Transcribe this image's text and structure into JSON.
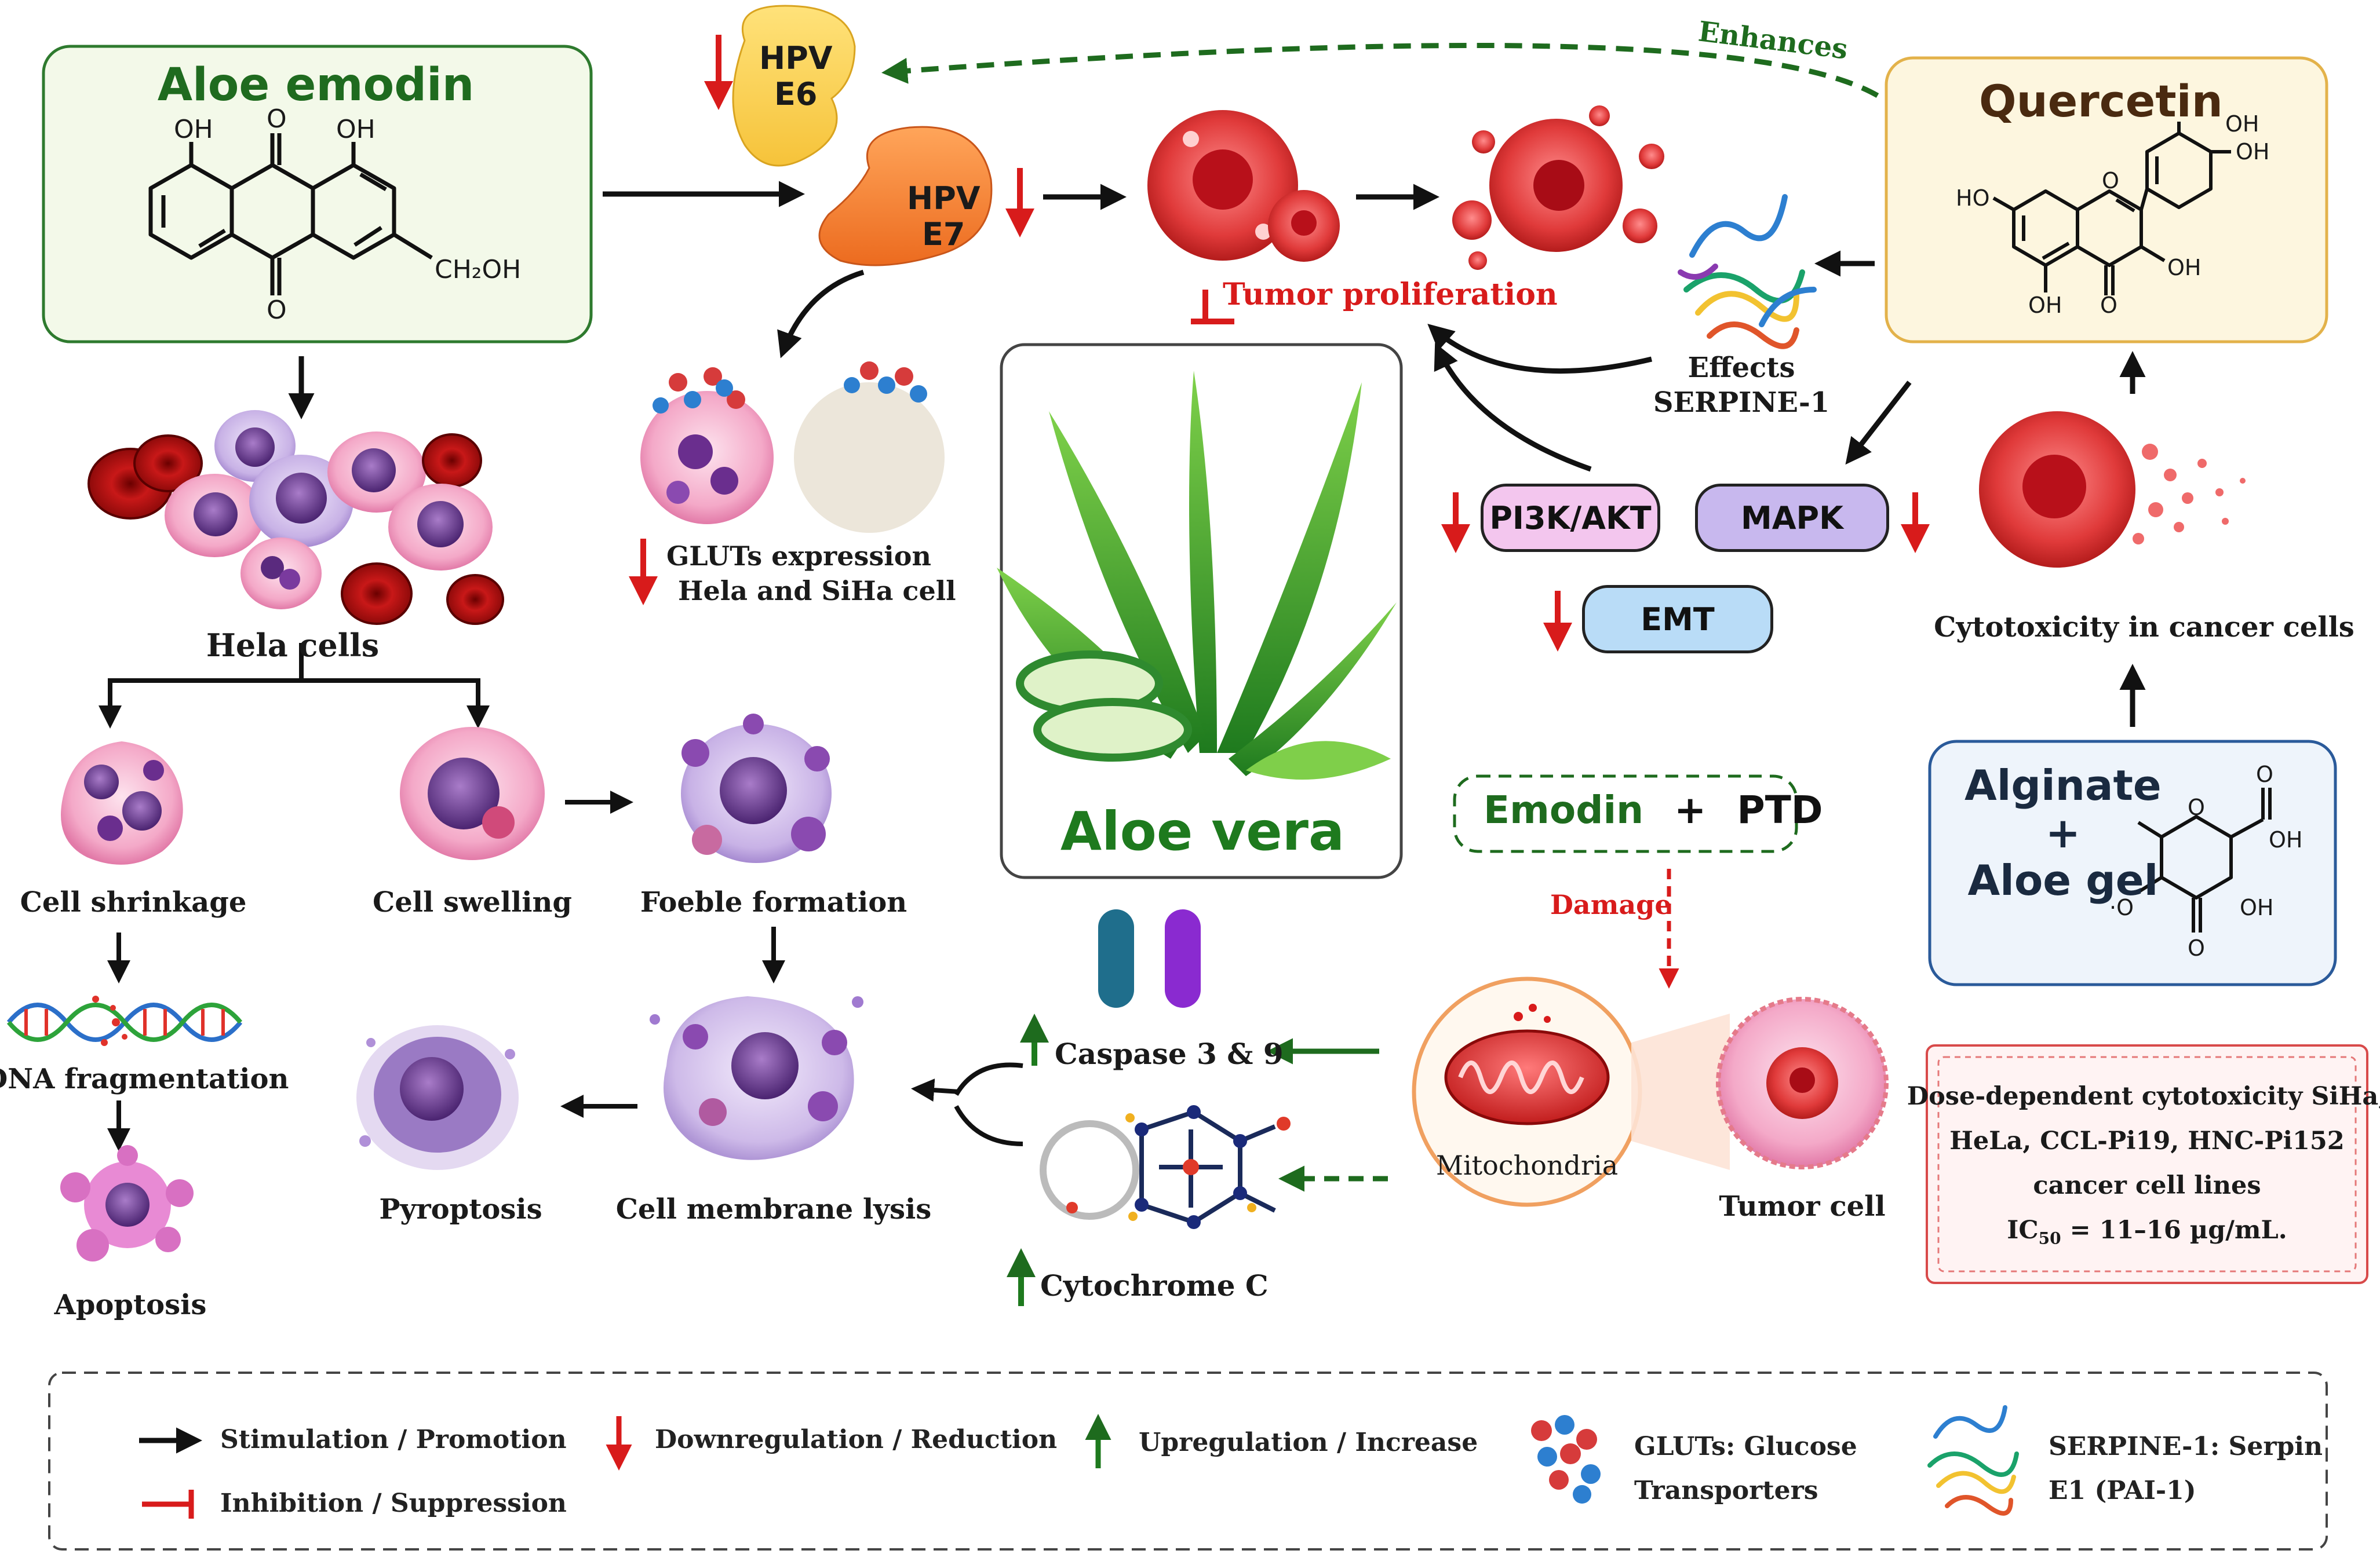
{
  "aloe_emodin": {
    "title": "Aloe emodin",
    "oh_left": "OH",
    "oh_right": "OH",
    "o_top": "O",
    "o_bottom": "O",
    "ch2oh": "CH₂OH"
  },
  "hela_cells": "Hela cells",
  "hpv_e6": {
    "line1": "HPV",
    "line2": "E6"
  },
  "hpv_e7": {
    "line1": "HPV",
    "line2": "E7"
  },
  "tumor_proliferation": "Tumor proliferation",
  "enhances": "Enhances",
  "quercetin": {
    "title": "Quercetin",
    "oh1": "OH",
    "oh2": "OH",
    "ho": "HO",
    "oh3": "OH",
    "oh4": "OH",
    "o_ring": "O",
    "o_keto": "O"
  },
  "serpine": {
    "line1": "Effects",
    "line2": "SERPINE-1"
  },
  "gluts": {
    "line1": "GLUTs expression",
    "line2": "Hela and SiHa cell"
  },
  "aloe_vera": "Aloe vera",
  "pathways": {
    "pi3k": "PI3K/AKT",
    "mapk": "MAPK",
    "emt": "EMT"
  },
  "cytotoxicity": "Cytotoxicity in cancer cells",
  "alginate": {
    "line1": "Alginate",
    "line2": "+",
    "line3": "Aloe gel",
    "o1": "O",
    "oh_right": "OH",
    "o_ring": "O",
    "ho_left": "·O",
    "oh_bottom": "OH",
    "o_bottom": "O"
  },
  "emodin_ptd": {
    "emodin": "Emodin",
    "plus": "+",
    "ptd": "PTD"
  },
  "damage": "Damage",
  "mitochondria": "Mitochondria",
  "tumor_cell": "Tumor cell",
  "caspase": "Caspase 3 & 9",
  "cytochrome": "Cytochrome C",
  "cell_stages": {
    "shrinkage": "Cell shrinkage",
    "swelling": "Cell swelling",
    "foeble": "Foeble formation",
    "dna": "DNA fragmentation",
    "apoptosis": "Apoptosis",
    "pyroptosis": "Pyroptosis",
    "lysis": "Cell membrane lysis"
  },
  "dose_box": {
    "line1": "Dose-dependent cytotoxicity SiHa,",
    "line2": "HeLa, CCL-Pi19, HNC-Pi152",
    "line3": "cancer cell lines",
    "line4_pre": "IC",
    "line4_sub": "50",
    "line4_post": " = 11–16 µg/mL."
  },
  "legend": {
    "stimulation": "Stimulation / Promotion",
    "inhibition": "Inhibition / Suppression",
    "down": "Downregulation / Reduction",
    "up": "Upregulation / Increase",
    "gluts_1": "GLUTs: Glucose",
    "gluts_2": "Transporters",
    "serpine_1": "SERPINE-1: Serpin",
    "serpine_2": "E1 (PAI-1)"
  },
  "colors": {
    "green_title": "#1f6b1f",
    "red_arrow": "#d81b1b",
    "green_arrow": "#1e7a1e",
    "pi3k_fill": "#f3c6ee",
    "mapk_fill": "#c8b8ee",
    "emt_fill": "#b9dcf7",
    "quercetin_fill": "#fdf6df",
    "aloe_box_fill": "#f2f9e8",
    "alginate_fill": "#eef4fb"
  }
}
